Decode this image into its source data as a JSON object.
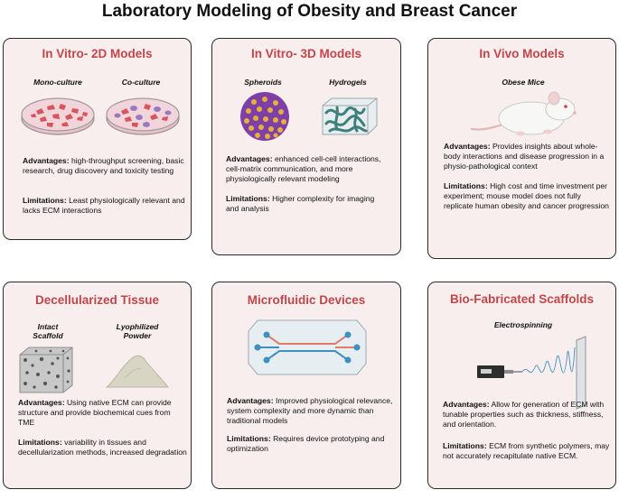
{
  "title": "Laboratory Modeling of Obesity and Breast Cancer",
  "panels": {
    "p2d": {
      "title": "In Vitro- 2D Models",
      "sub1": "Mono-culture",
      "sub2": "Co-culture",
      "adv_label": "Advantages:",
      "adv": " high-throughput screening, basic research, drug discovery and toxicity testing",
      "lim_label": "Limitations:",
      "lim": " Least physiologically relevant and lacks ECM interactions"
    },
    "p3d": {
      "title": "In Vitro- 3D Models",
      "sub1": "Spheroids",
      "sub2": "Hydrogels",
      "adv_label": "Advantages:",
      "adv": " enhanced cell-cell interactions, cell-matrix communication, and more physiologically relevant modeling",
      "lim_label": "Limitations:",
      "lim": " Higher complexity for imaging and analysis"
    },
    "vivo": {
      "title": "In Vivo Models",
      "sub1": "Obese Mice",
      "adv_label": "Advantages:",
      "adv": " Provides insights about whole-body interactions and disease progression in a physio-pathological context",
      "lim_label": "Limitations:",
      "lim": " High cost and time investment per experiment; mouse model does not fully replicate human obesity and cancer progression"
    },
    "decell": {
      "title": "Decellularized Tissue",
      "sub1": "Intact Scaffold",
      "sub2": "Lyophilized Powder",
      "adv_label": "Advantages:",
      "adv": " Using native ECM can provide structure and provide biochemical cues from TME",
      "lim_label": "Limitations:",
      "lim": " variability in tissues and decellularization methods, increased degradation"
    },
    "micro": {
      "title": "Microfluidic Devices",
      "adv_label": "Advantages:",
      "adv": " Improved physiological relevance,  system complexity and more dynamic than traditional models",
      "lim_label": "Limitations:",
      "lim": " Requires device prototyping and optimization"
    },
    "bio": {
      "title": "Bio-Fabricated Scaffolds",
      "sub1": "Electrospinning",
      "adv_label": "Advantages:",
      "adv": " Allow for generation of ECM with tunable properties such as thickness, stiffness, and orientation.",
      "lim_label": "Limitations:",
      "lim": "  ECM  from synthetic polymers, may not accurately recapitulate native ECM."
    }
  },
  "colors": {
    "panel_bg": "#f9eeee",
    "title_red": "#c0464a"
  }
}
